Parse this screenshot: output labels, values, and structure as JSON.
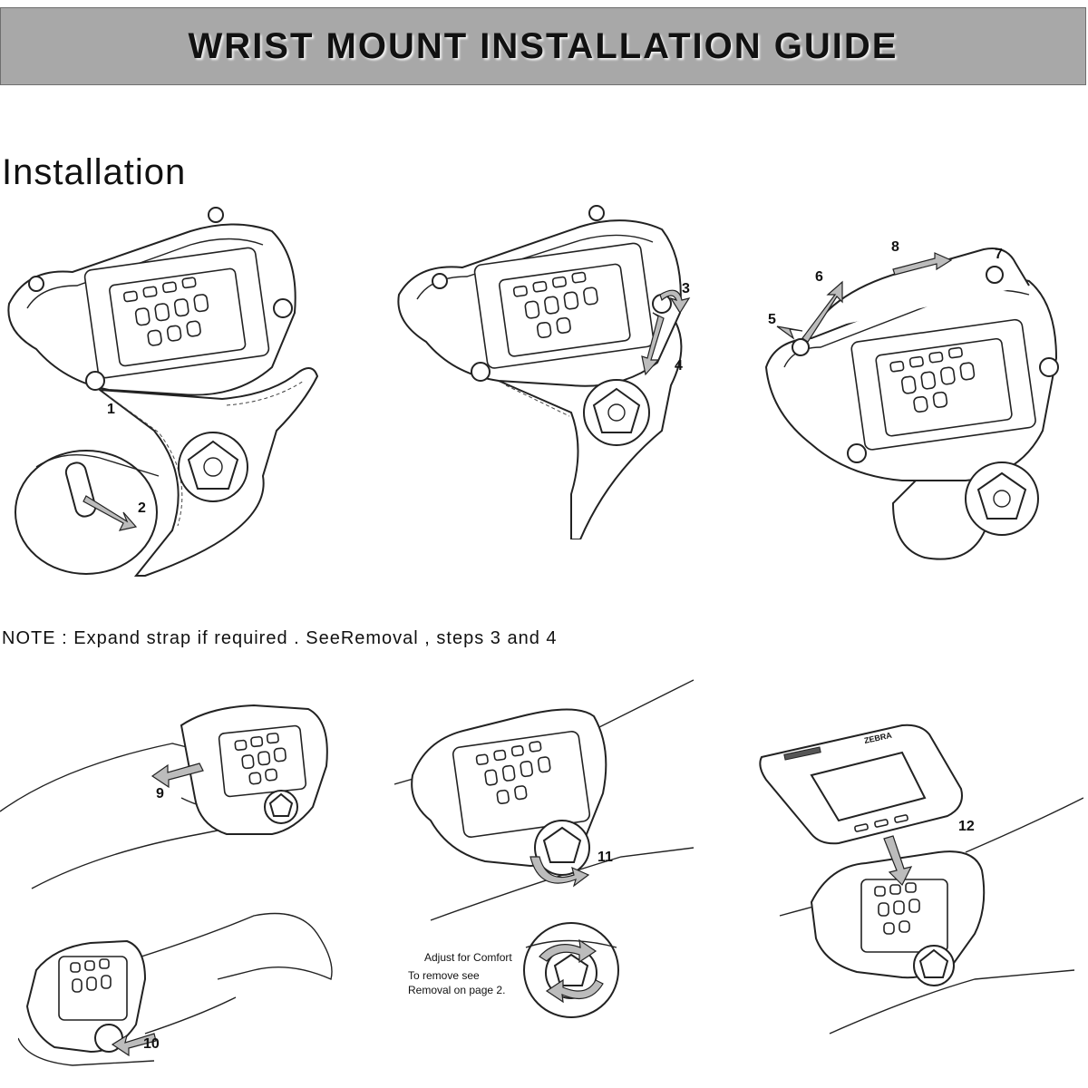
{
  "header": {
    "title": "WRIST MOUNT INSTALLATION GUIDE"
  },
  "section": {
    "title": "Installation"
  },
  "note": {
    "text": "NOTE : Expand strap if required . SeeRemoval , steps 3 and 4"
  },
  "steps": {
    "s1": "1",
    "s2": "2",
    "s3": "3",
    "s4": "4",
    "s5": "5",
    "s6": "6",
    "s7": "7",
    "s8": "8",
    "s9": "9",
    "s10": "10",
    "s11": "11",
    "s12": "12"
  },
  "annotations": {
    "adjust": "Adjust for Comfort",
    "remove_line1": "To remove see",
    "remove_line2": "Removal on page 2."
  },
  "device": {
    "brand": "ZEBRA"
  }
}
